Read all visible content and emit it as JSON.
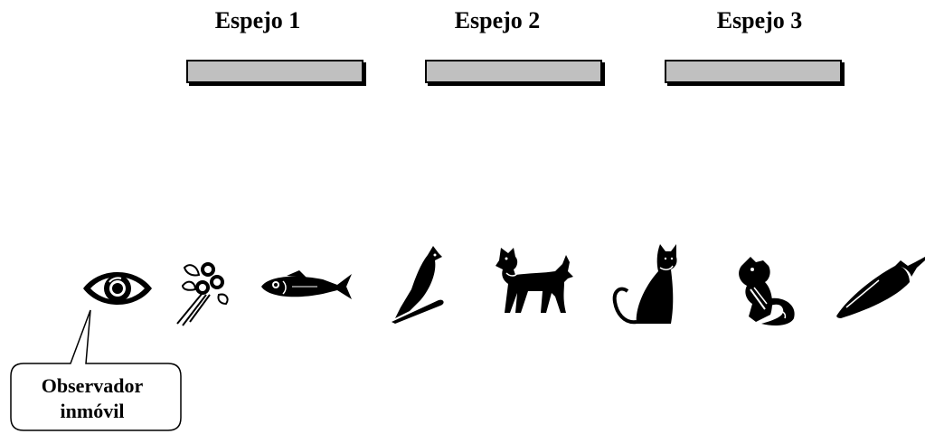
{
  "mirrors": [
    {
      "label": "Espejo 1"
    },
    {
      "label": "Espejo 2"
    },
    {
      "label": "Espejo 3"
    }
  ],
  "colors": {
    "mirror_fill": "#c0c0c0",
    "ink": "#000000"
  },
  "objects": [
    {
      "icon": "eye-icon"
    },
    {
      "icon": "flower-bouquet-icon"
    },
    {
      "icon": "fish-icon"
    },
    {
      "icon": "bird-icon"
    },
    {
      "icon": "dog-icon"
    },
    {
      "icon": "cat-icon"
    },
    {
      "icon": "chipmunk-icon"
    },
    {
      "icon": "pepper-icon"
    }
  ],
  "callout": {
    "line1": "Observador",
    "line2": "inmóvil"
  }
}
